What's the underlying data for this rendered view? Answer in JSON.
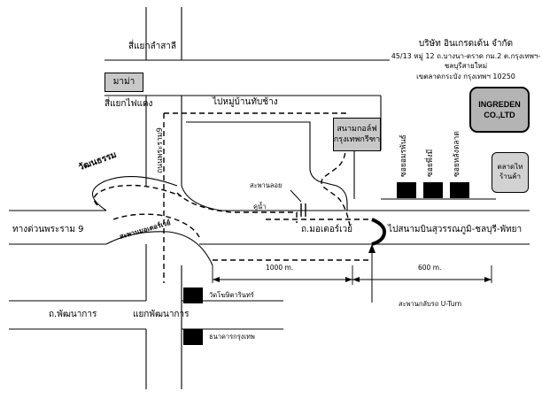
{
  "company": {
    "name": "บริษัท อินเกรดเด้น จำกัด",
    "address_line1": "45/13 หมู่ 12 ถ.บางนา-ตราด กม.2 ต.กรุงเทพฯ-ชลบุรีสายใหม่",
    "address_line2": "เขตลาดกระบัง กรุงเทพฯ 10250",
    "logo_line1": "INGREDEN",
    "logo_line2": "CO.,LTD"
  },
  "places": {
    "maama": "มาม่า",
    "golf_line1": "สนามกอล์ฟ",
    "golf_line2": "กรุงเทพกรีฑา",
    "market_line1": "ตลาดไท",
    "market_line2": "ร้านค้า",
    "bangkok_hospital": "วัดโฆษิตารินทร์",
    "bangkok_bank": "ธนาคารกรุงเทพ"
  },
  "roads": {
    "top_intersection": "สี่แยกลำสาลี",
    "fai_daeng": "สี่แยกไฟแดง",
    "ban_thap_chang": "ไปหมู่บ้านทับช้าง",
    "chonburi": "วัฒนธรรม",
    "expressway": "ทางด่วนพระราม 9",
    "motorway_bridge": "สะพานมอเตอร์เวย์",
    "rama9_v": "ถนนพระราม9",
    "motorway": "ถ.มอเตอร์เวย์",
    "to_airport": "ไปสนามบินสุวรรณภูมิ-ชลบุรี-พัทยา",
    "overpass": "สะพานลอย",
    "canal": "คูน้ำ",
    "phatthanakan": "ถ.พัฒนาการ",
    "phatthanakan_junction": "แยกพัฒนาการ",
    "u_turn_bridge": "สะพานกลับรถ U-Turn",
    "soi_1": "ซอยอมรพันธ์",
    "soi_2": "ซอยพึ่งมี",
    "soi_3": "ซอยหลังตลาด"
  },
  "distances": {
    "left": "1000 m.",
    "right": "600 m."
  },
  "colors": {
    "road_line": "#000000",
    "gray_box": "#c8c8c8",
    "logo_box": "#b4b4b4",
    "marker": "#000000"
  }
}
